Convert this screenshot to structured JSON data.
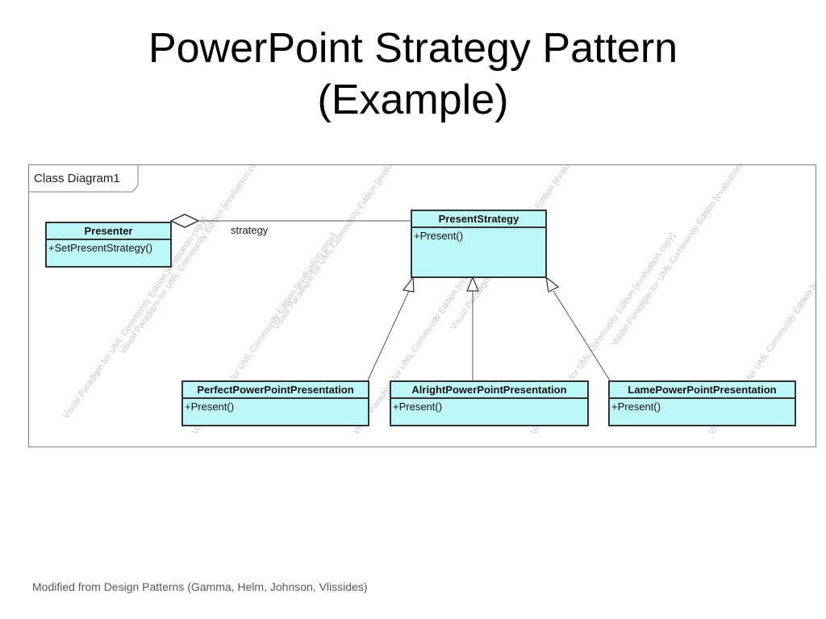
{
  "slide": {
    "title_line1": "PowerPoint Strategy Pattern",
    "title_line2": "(Example)",
    "footer": "Modified from Design Patterns (Gamma, Helm, Johnson, Vlissides)"
  },
  "diagram": {
    "frame_label": "Class Diagram1",
    "watermark": "Visual Paradigm for UML Community Edition [evaluation copy]",
    "colors": {
      "class_fill": "#bff8fb",
      "border": "#333333"
    },
    "classes": {
      "presenter": {
        "name": "Presenter",
        "operation": "+SetPresentStrategy()"
      },
      "present_strategy": {
        "name": "PresentStrategy",
        "operation": "+Present()"
      },
      "perfect": {
        "name": "PerfectPowerPointPresentation",
        "operation": "+Present()"
      },
      "alright": {
        "name": "AlrightPowerPointPresentation",
        "operation": "+Present()"
      },
      "lame": {
        "name": "LamePowerPointPresentation",
        "operation": "+Present()"
      }
    },
    "association": {
      "label": "strategy",
      "kind": "aggregation"
    },
    "generalizations": [
      "perfect",
      "alright",
      "lame"
    ]
  }
}
